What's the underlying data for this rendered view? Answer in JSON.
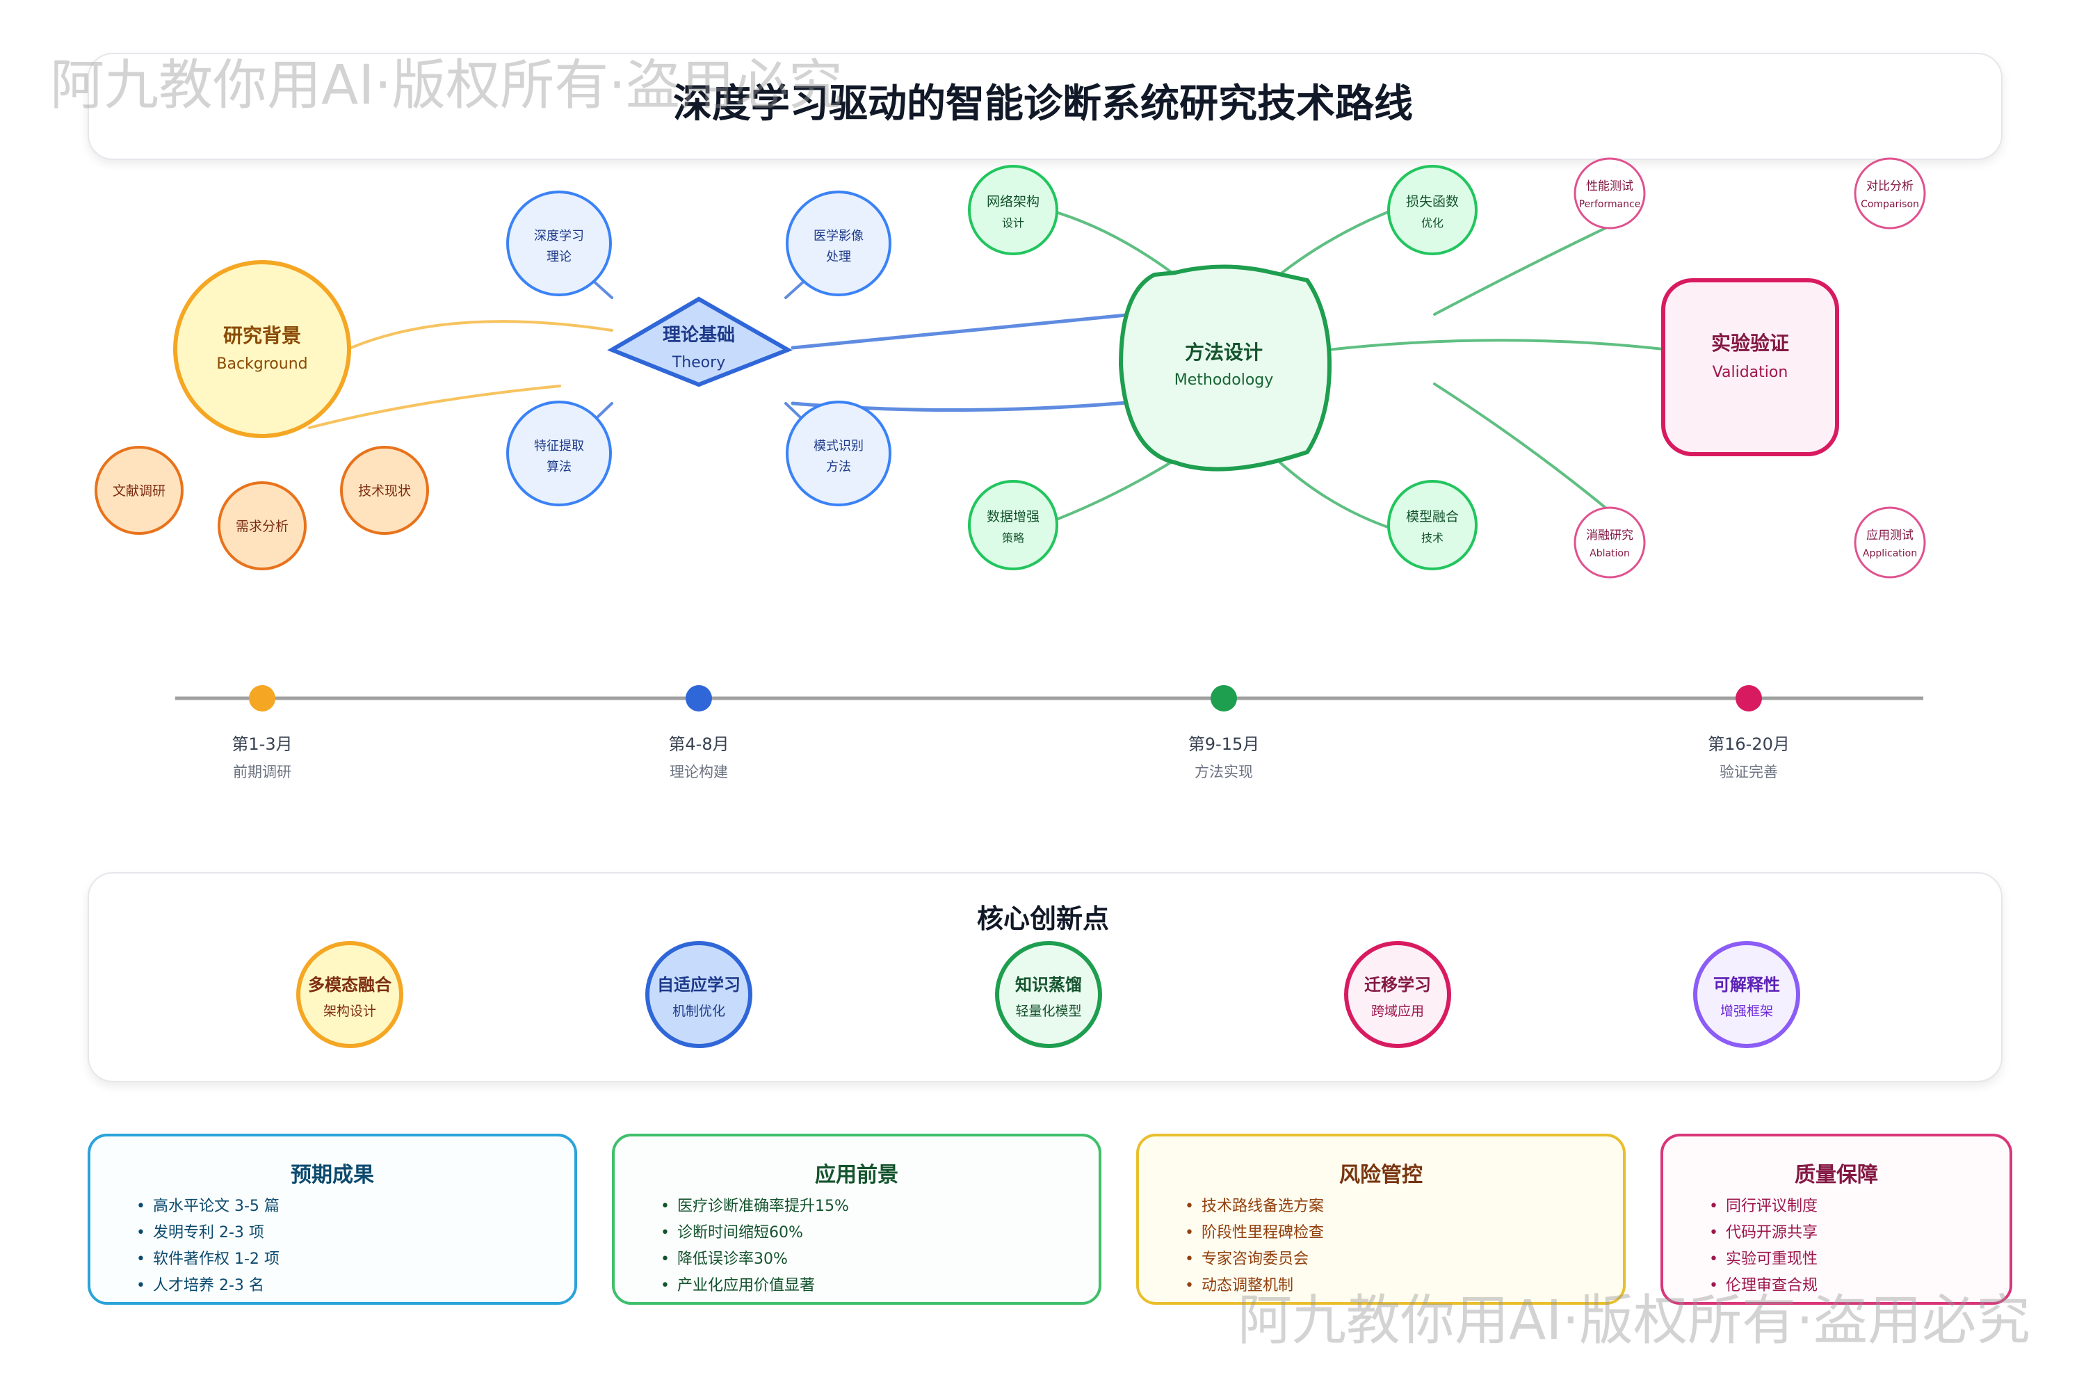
{
  "header": {
    "title": "深度学习驱动的智能诊断系统研究技术路线"
  },
  "watermark": "阿九教你用AI·版权所有·盗用必究",
  "colors": {
    "orange": "#f5a623",
    "orange_fill": "#fff8c4",
    "blue": "#2f66d8",
    "blue_fill": "#dbeafe",
    "green": "#1e9e4f",
    "green_fill": "#e9fbef",
    "pink": "#d81b60",
    "pink_fill": "#fdf0f7",
    "purple": "#8b5cf6"
  },
  "diagram": {
    "background": {
      "title": "研究背景",
      "subtitle": "Background",
      "children": [
        "文献调研",
        "需求分析",
        "技术现状"
      ]
    },
    "theory": {
      "title": "理论基础",
      "subtitle": "Theory",
      "children": [
        {
          "l1": "深度学习",
          "l2": "理论"
        },
        {
          "l1": "医学影像",
          "l2": "处理"
        },
        {
          "l1": "特征提取",
          "l2": "算法"
        },
        {
          "l1": "模式识别",
          "l2": "方法"
        }
      ]
    },
    "method": {
      "title": "方法设计",
      "subtitle": "Methodology",
      "children": [
        {
          "l1": "网络架构",
          "l2": "设计"
        },
        {
          "l1": "损失函数",
          "l2": "优化"
        },
        {
          "l1": "数据增强",
          "l2": "策略"
        },
        {
          "l1": "模型融合",
          "l2": "技术"
        }
      ]
    },
    "validation": {
      "title": "实验验证",
      "subtitle": "Validation",
      "children": [
        {
          "l1": "性能测试",
          "l2": "Performance"
        },
        {
          "l1": "对比分析",
          "l2": "Comparison"
        },
        {
          "l1": "消融研究",
          "l2": "Ablation"
        },
        {
          "l1": "应用测试",
          "l2": "Application"
        }
      ]
    }
  },
  "timeline": [
    {
      "label": "第1-3月",
      "desc": "前期调研",
      "color": "#f5a623"
    },
    {
      "label": "第4-8月",
      "desc": "理论构建",
      "color": "#2f66d8"
    },
    {
      "label": "第9-15月",
      "desc": "方法实现",
      "color": "#1e9e4f"
    },
    {
      "label": "第16-20月",
      "desc": "验证完善",
      "color": "#d81b60"
    }
  ],
  "innovations": {
    "title": "核心创新点",
    "items": [
      {
        "title": "多模态融合",
        "sub": "架构设计"
      },
      {
        "title": "自适应学习",
        "sub": "机制优化"
      },
      {
        "title": "知识蒸馏",
        "sub": "轻量化模型"
      },
      {
        "title": "迁移学习",
        "sub": "跨域应用"
      },
      {
        "title": "可解释性",
        "sub": "增强框架"
      }
    ]
  },
  "cards": [
    {
      "title": "预期成果",
      "items": [
        "高水平论文 3-5 篇",
        "发明专利 2-3 项",
        "软件著作权 1-2 项",
        "人才培养 2-3 名"
      ]
    },
    {
      "title": "应用前景",
      "items": [
        "医疗诊断准确率提升15%",
        "诊断时间缩短60%",
        "降低误诊率30%",
        "产业化应用价值显著"
      ]
    },
    {
      "title": "风险管控",
      "items": [
        "技术路线备选方案",
        "阶段性里程碑检查",
        "专家咨询委员会",
        "动态调整机制"
      ]
    },
    {
      "title": "质量保障",
      "items": [
        "同行评议制度",
        "代码开源共享",
        "实验可重现性",
        "伦理审查合规"
      ]
    }
  ]
}
